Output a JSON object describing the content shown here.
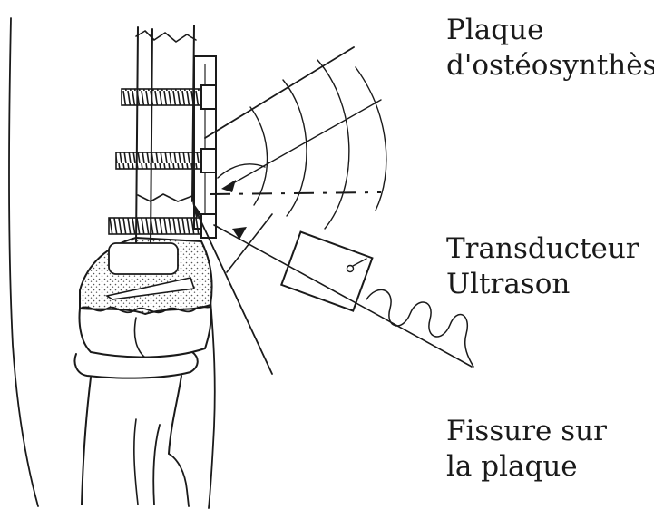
{
  "labels": {
    "plate": {
      "line1": "Plaque",
      "line2": "d'ostéosynthèse"
    },
    "transducer": {
      "line1": "Transducteur",
      "line2": "Ultrason"
    },
    "crack": {
      "line1": "Fissure sur",
      "line2": "la plaque"
    }
  },
  "colors": {
    "ink": "#1a1a1a",
    "stipple": "#555555",
    "background": "#ffffff"
  }
}
